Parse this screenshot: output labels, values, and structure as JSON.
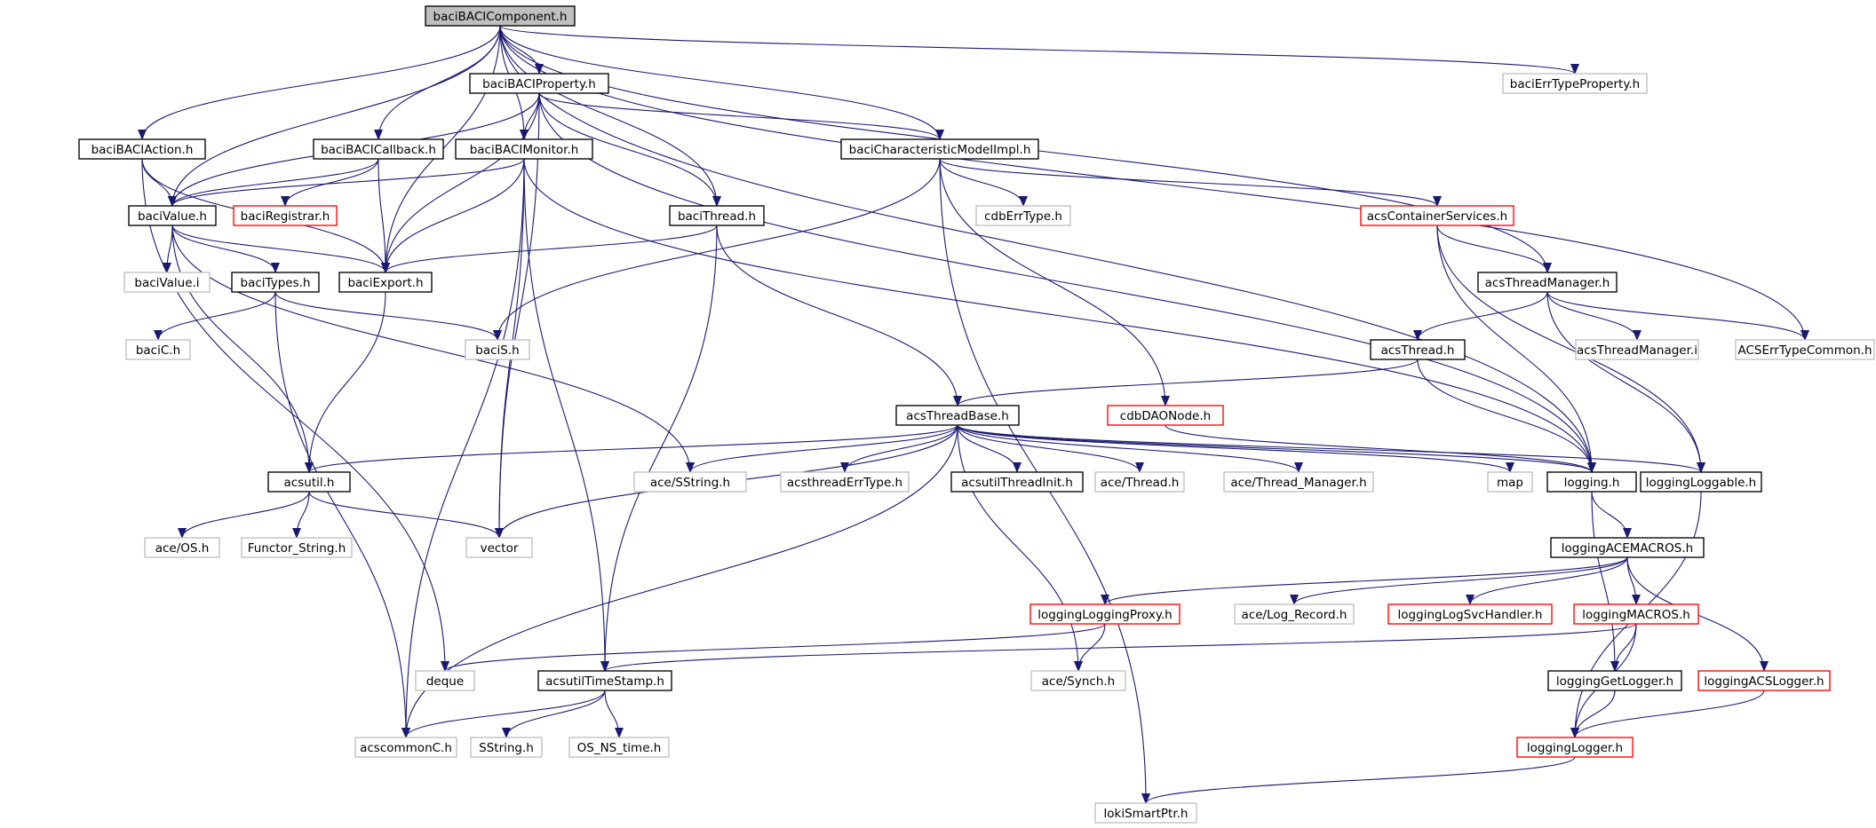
{
  "diagram": {
    "type": "include-dependency-graph",
    "colors": {
      "edge": "#191970",
      "root_fill": "#bfbfbf",
      "documented_border": "#000000",
      "undocumented_border": "#bfbfbf",
      "incomplete_border": "#ff0000"
    },
    "nodes": [
      {
        "id": "root",
        "label": "baciBACIComponent.h",
        "kind": "root"
      },
      {
        "id": "property",
        "label": "baciBACIProperty.h",
        "kind": "documented"
      },
      {
        "id": "errtypeprop",
        "label": "baciErrTypeProperty.h",
        "kind": "undocumented"
      },
      {
        "id": "action",
        "label": "baciBACIAction.h",
        "kind": "documented"
      },
      {
        "id": "callback",
        "label": "baciBACICallback.h",
        "kind": "documented"
      },
      {
        "id": "monitor",
        "label": "baciBACIMonitor.h",
        "kind": "documented"
      },
      {
        "id": "charmodel",
        "label": "baciCharacteristicModelImpl.h",
        "kind": "documented"
      },
      {
        "id": "value",
        "label": "baciValue.h",
        "kind": "documented"
      },
      {
        "id": "registrar",
        "label": "baciRegistrar.h",
        "kind": "incomplete"
      },
      {
        "id": "thread",
        "label": "baciThread.h",
        "kind": "documented"
      },
      {
        "id": "cdberrtype",
        "label": "cdbErrType.h",
        "kind": "undocumented"
      },
      {
        "id": "containerservices",
        "label": "acsContainerServices.h",
        "kind": "incomplete"
      },
      {
        "id": "valuei",
        "label": "baciValue.i",
        "kind": "undocumented"
      },
      {
        "id": "types",
        "label": "baciTypes.h",
        "kind": "documented"
      },
      {
        "id": "export",
        "label": "baciExport.h",
        "kind": "documented"
      },
      {
        "id": "threadmanager",
        "label": "acsThreadManager.h",
        "kind": "documented"
      },
      {
        "id": "bacic",
        "label": "baciC.h",
        "kind": "undocumented"
      },
      {
        "id": "bacis",
        "label": "baciS.h",
        "kind": "undocumented"
      },
      {
        "id": "acsthread",
        "label": "acsThread.h",
        "kind": "documented"
      },
      {
        "id": "threadmanageri",
        "label": "acsThreadManager.i",
        "kind": "undocumented"
      },
      {
        "id": "acserrtypecommon",
        "label": "ACSErrTypeCommon.h",
        "kind": "undocumented"
      },
      {
        "id": "threadbase",
        "label": "acsThreadBase.h",
        "kind": "documented"
      },
      {
        "id": "cdbdaonode",
        "label": "cdbDAONode.h",
        "kind": "incomplete"
      },
      {
        "id": "acsutil",
        "label": "acsutil.h",
        "kind": "documented"
      },
      {
        "id": "acesstring",
        "label": "ace/SString.h",
        "kind": "undocumented"
      },
      {
        "id": "threaderrtype",
        "label": "acsthreadErrType.h",
        "kind": "undocumented"
      },
      {
        "id": "threadinit",
        "label": "acsutilThreadInit.h",
        "kind": "documented"
      },
      {
        "id": "acethread",
        "label": "ace/Thread.h",
        "kind": "undocumented"
      },
      {
        "id": "acethreadmanager",
        "label": "ace/Thread_Manager.h",
        "kind": "undocumented"
      },
      {
        "id": "map",
        "label": "map",
        "kind": "undocumented"
      },
      {
        "id": "logging",
        "label": "logging.h",
        "kind": "documented"
      },
      {
        "id": "loggable",
        "label": "loggingLoggable.h",
        "kind": "documented"
      },
      {
        "id": "aceos",
        "label": "ace/OS.h",
        "kind": "undocumented"
      },
      {
        "id": "functorstring",
        "label": "Functor_String.h",
        "kind": "undocumented"
      },
      {
        "id": "vector",
        "label": "vector",
        "kind": "undocumented"
      },
      {
        "id": "acemacros",
        "label": "loggingACEMACROS.h",
        "kind": "documented"
      },
      {
        "id": "loggingproxy",
        "label": "loggingLoggingProxy.h",
        "kind": "incomplete"
      },
      {
        "id": "acelogrecord",
        "label": "ace/Log_Record.h",
        "kind": "undocumented"
      },
      {
        "id": "logsvchandler",
        "label": "loggingLogSvcHandler.h",
        "kind": "incomplete"
      },
      {
        "id": "loggingmacros",
        "label": "loggingMACROS.h",
        "kind": "incomplete"
      },
      {
        "id": "deque",
        "label": "deque",
        "kind": "undocumented"
      },
      {
        "id": "timestamp",
        "label": "acsutilTimeStamp.h",
        "kind": "documented"
      },
      {
        "id": "acesynch",
        "label": "ace/Synch.h",
        "kind": "undocumented"
      },
      {
        "id": "getlogger",
        "label": "loggingGetLogger.h",
        "kind": "documented"
      },
      {
        "id": "acslogger",
        "label": "loggingACSLogger.h",
        "kind": "incomplete"
      },
      {
        "id": "acscommonc",
        "label": "acscommonC.h",
        "kind": "undocumented"
      },
      {
        "id": "sstring",
        "label": "SString.h",
        "kind": "undocumented"
      },
      {
        "id": "osnstime",
        "label": "OS_NS_time.h",
        "kind": "undocumented"
      },
      {
        "id": "logger",
        "label": "loggingLogger.h",
        "kind": "incomplete"
      },
      {
        "id": "lokismartptr",
        "label": "lokiSmartPtr.h",
        "kind": "undocumented"
      }
    ],
    "edges": [
      [
        "root",
        "property"
      ],
      [
        "root",
        "errtypeprop"
      ],
      [
        "root",
        "action"
      ],
      [
        "root",
        "callback"
      ],
      [
        "root",
        "monitor"
      ],
      [
        "root",
        "charmodel"
      ],
      [
        "root",
        "value"
      ],
      [
        "root",
        "thread"
      ],
      [
        "root",
        "export"
      ],
      [
        "root",
        "threadmanager"
      ],
      [
        "root",
        "acserrtypecommon"
      ],
      [
        "root",
        "logging"
      ],
      [
        "property",
        "value"
      ],
      [
        "property",
        "monitor"
      ],
      [
        "property",
        "charmodel"
      ],
      [
        "property",
        "thread"
      ],
      [
        "property",
        "export"
      ],
      [
        "property",
        "vector"
      ],
      [
        "property",
        "logging"
      ],
      [
        "action",
        "value"
      ],
      [
        "action",
        "export"
      ],
      [
        "action",
        "deque"
      ],
      [
        "callback",
        "value"
      ],
      [
        "callback",
        "registrar"
      ],
      [
        "callback",
        "export"
      ],
      [
        "monitor",
        "value"
      ],
      [
        "monitor",
        "export"
      ],
      [
        "monitor",
        "vector"
      ],
      [
        "monitor",
        "timestamp"
      ],
      [
        "monitor",
        "acscommonc"
      ],
      [
        "monitor",
        "logging"
      ],
      [
        "charmodel",
        "cdberrtype"
      ],
      [
        "charmodel",
        "containerservices"
      ],
      [
        "charmodel",
        "cdbdaonode"
      ],
      [
        "charmodel",
        "bacis"
      ],
      [
        "charmodel",
        "lokismartptr"
      ],
      [
        "value",
        "valuei"
      ],
      [
        "value",
        "types"
      ],
      [
        "value",
        "export"
      ],
      [
        "value",
        "acsutil"
      ],
      [
        "value",
        "acesstring"
      ],
      [
        "types",
        "bacic"
      ],
      [
        "types",
        "bacis"
      ],
      [
        "types",
        "acscommonc"
      ],
      [
        "export",
        "acsutil"
      ],
      [
        "thread",
        "export"
      ],
      [
        "thread",
        "threadbase"
      ],
      [
        "thread",
        "timestamp"
      ],
      [
        "containerservices",
        "threadmanager"
      ],
      [
        "containerservices",
        "logging"
      ],
      [
        "containerservices",
        "loggable"
      ],
      [
        "threadmanager",
        "acsthread"
      ],
      [
        "threadmanager",
        "threadmanageri"
      ],
      [
        "threadmanager",
        "acserrtypecommon"
      ],
      [
        "threadmanager",
        "loggable"
      ],
      [
        "acsthread",
        "threadbase"
      ],
      [
        "acsthread",
        "logging"
      ],
      [
        "cdbdaonode",
        "logging"
      ],
      [
        "threadbase",
        "acsutil"
      ],
      [
        "threadbase",
        "acesstring"
      ],
      [
        "threadbase",
        "threaderrtype"
      ],
      [
        "threadbase",
        "threadinit"
      ],
      [
        "threadbase",
        "acethread"
      ],
      [
        "threadbase",
        "acethreadmanager"
      ],
      [
        "threadbase",
        "map"
      ],
      [
        "threadbase",
        "logging"
      ],
      [
        "threadbase",
        "loggable"
      ],
      [
        "threadbase",
        "vector"
      ],
      [
        "threadbase",
        "acesynch"
      ],
      [
        "threadbase",
        "acscommonc"
      ],
      [
        "acsutil",
        "aceos"
      ],
      [
        "acsutil",
        "functorstring"
      ],
      [
        "acsutil",
        "vector"
      ],
      [
        "logging",
        "acemacros"
      ],
      [
        "logging",
        "getlogger"
      ],
      [
        "loggable",
        "logger"
      ],
      [
        "acemacros",
        "loggingproxy"
      ],
      [
        "acemacros",
        "acelogrecord"
      ],
      [
        "acemacros",
        "logsvchandler"
      ],
      [
        "acemacros",
        "loggingmacros"
      ],
      [
        "acemacros",
        "acslogger"
      ],
      [
        "loggingproxy",
        "deque"
      ],
      [
        "loggingproxy",
        "acesynch"
      ],
      [
        "loggingmacros",
        "getlogger"
      ],
      [
        "loggingmacros",
        "logger"
      ],
      [
        "loggingmacros",
        "timestamp"
      ],
      [
        "getlogger",
        "logger"
      ],
      [
        "acslogger",
        "logger"
      ],
      [
        "timestamp",
        "acscommonc"
      ],
      [
        "timestamp",
        "sstring"
      ],
      [
        "timestamp",
        "osnstime"
      ],
      [
        "logger",
        "lokismartptr"
      ]
    ]
  }
}
